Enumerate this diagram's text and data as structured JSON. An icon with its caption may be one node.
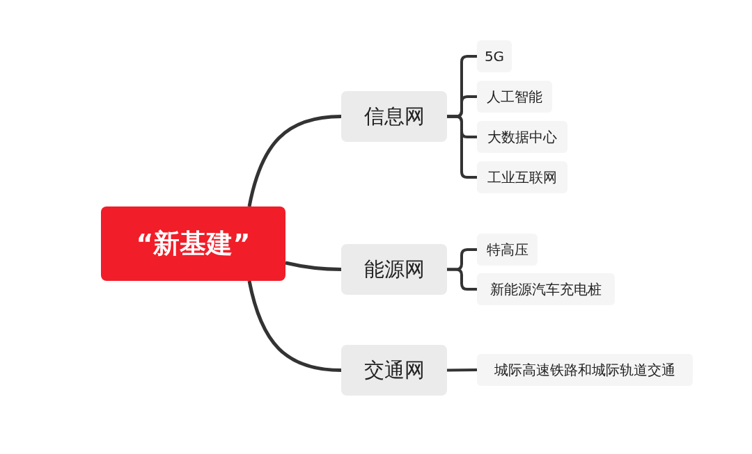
{
  "diagram": {
    "nodes": [
      {
        "text": [
          "“新基建”"
        ]
      },
      {
        "text": [
          "信息网"
        ]
      },
      {
        "text": [
          "5G"
        ]
      },
      {
        "text": [
          "人工智能"
        ]
      },
      {
        "text": [
          "大数据中心"
        ]
      },
      {
        "text": [
          "工业互联网"
        ]
      },
      {
        "text": [
          "能源网"
        ]
      },
      {
        "text": [
          "特高压"
        ]
      },
      {
        "text": [
          "新能源汽车充电桩"
        ]
      },
      {
        "text": [
          "交通网"
        ]
      },
      {
        "text": [
          "城际高速铁路和城际轨道交通"
        ]
      }
    ],
    "edges": [
      {
        "from": 0,
        "to": 1,
        "arrow": "none"
      },
      {
        "from": 0,
        "to": 6,
        "arrow": "none"
      },
      {
        "from": 0,
        "to": 9,
        "arrow": "none"
      },
      {
        "from": 1,
        "to": 2,
        "arrow": "none"
      },
      {
        "from": 1,
        "to": 3,
        "arrow": "none"
      },
      {
        "from": 1,
        "to": 4,
        "arrow": "none"
      },
      {
        "from": 1,
        "to": 5,
        "arrow": "none"
      },
      {
        "from": 6,
        "to": 7,
        "arrow": "none"
      },
      {
        "from": 6,
        "to": 8,
        "arrow": "none"
      },
      {
        "from": 9,
        "to": 10,
        "arrow": "none"
      }
    ]
  }
}
